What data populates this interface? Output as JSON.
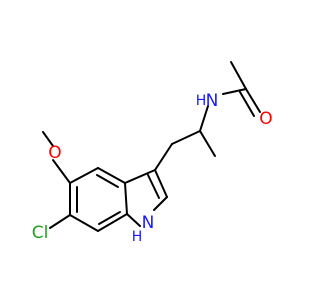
{
  "colors": {
    "bond": "#000000",
    "nitrogen": "#1a1aff",
    "oxygen": "#ff0000",
    "chlorine": "#1fa01f",
    "background": "#ffffff"
  },
  "atoms": {
    "amide_n": "N",
    "amide_n_h": "H",
    "carbonyl_o": "O",
    "methoxy_o": "O",
    "chlorine": "Cl",
    "indole_n": "N",
    "indole_n_h": "H"
  }
}
